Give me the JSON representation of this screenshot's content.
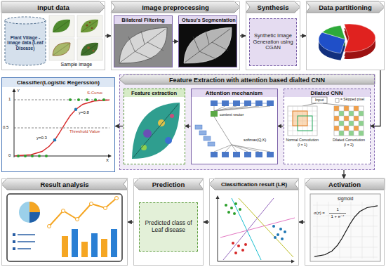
{
  "diagram": {
    "nodes": [
      {
        "text": [
          "Input data"
        ]
      },
      {
        "text": [
          "Plant Viilage - Image data (Leaf Disease)"
        ],
        "in": 0
      },
      {
        "text": [
          "Image preprocessing"
        ]
      },
      {
        "text": [
          "Bilateral Filtering"
        ],
        "in": 2
      },
      {
        "text": [
          "Otusu's Segmentation"
        ],
        "in": 2
      },
      {
        "text": [
          "Synthesis"
        ]
      },
      {
        "text": [
          "Synthetic Image Generation using CGAN"
        ],
        "in": 5
      },
      {
        "text": [
          "Data partitioning"
        ]
      },
      {
        "text": [
          "Classifier(Logistic Regerssion)"
        ]
      },
      {
        "text": [
          "Feature Extraction with attention based dialted CNN"
        ]
      },
      {
        "text": [
          "Feature extraction"
        ],
        "in": 9
      },
      {
        "text": [
          "Attention mechanism"
        ],
        "in": 9
      },
      {
        "text": [
          "Dilated CNN"
        ],
        "in": 9
      },
      {
        "text": [
          "Result analysis"
        ]
      },
      {
        "text": [
          "Prediction"
        ]
      },
      {
        "text": [
          "Predicted class of Leaf disease"
        ],
        "in": 14
      },
      {
        "text": [
          "Classification result (LR)"
        ]
      },
      {
        "text": [
          "Activation"
        ]
      }
    ],
    "edges": [
      {
        "from": 0,
        "to": 2,
        "arrow": "to"
      },
      {
        "from": 3,
        "to": 4,
        "arrow": "to"
      },
      {
        "from": 2,
        "to": 5,
        "arrow": "to"
      },
      {
        "from": 5,
        "to": 7,
        "arrow": "to"
      },
      {
        "from": 7,
        "to": 12,
        "arrow": "to"
      },
      {
        "from": 12,
        "to": 11,
        "arrow": "to"
      },
      {
        "from": 11,
        "to": 10,
        "arrow": "to"
      },
      {
        "from": 10,
        "to": 8,
        "arrow": "to"
      },
      {
        "from": 9,
        "to": 17,
        "arrow": "to"
      },
      {
        "from": 17,
        "to": 16,
        "arrow": "to"
      },
      {
        "from": 16,
        "to": 14,
        "arrow": "to"
      },
      {
        "from": 14,
        "to": 13,
        "arrow": "to"
      }
    ],
    "labels": [
      "Sample image",
      "1",
      "0.5",
      "0",
      "Y",
      "X",
      "S-Curve",
      "y=0.8",
      "Threshold Value",
      "y=0.3",
      "context vector",
      "softmax(Q,K)",
      "Input",
      "= Skipped pixel",
      "Normal Convolution",
      "(l = 1)",
      "Dilated Convolution",
      "(l = 2)",
      "sigmoid",
      "σ(z) =",
      "1",
      "1 + e⁻ᶻ"
    ]
  }
}
